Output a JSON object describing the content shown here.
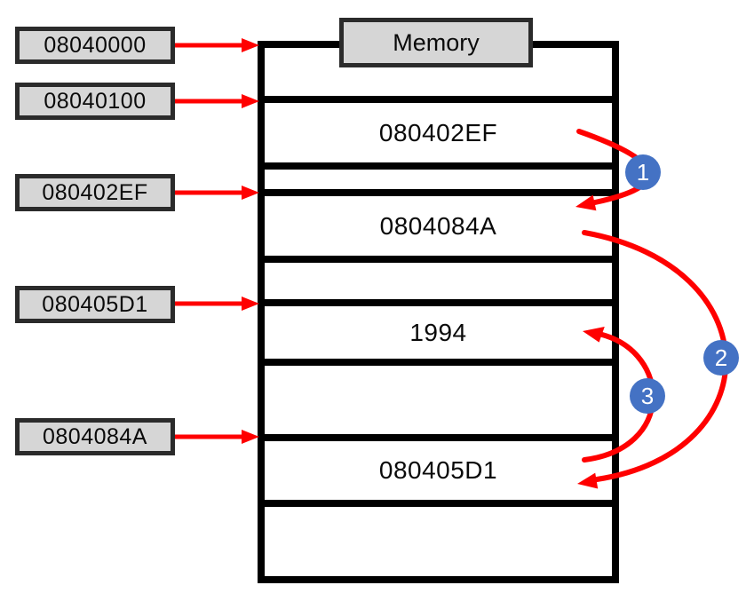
{
  "colors": {
    "arrow_red": "#FF0000",
    "circle_blue": "#4472C4",
    "box_fill": "#D6D6D6",
    "box_border": "#2B2B2B"
  },
  "memory": {
    "title": "Memory",
    "rows": [
      {
        "value": ""
      },
      {
        "value": "080402EF"
      },
      {
        "value": ""
      },
      {
        "value": "0804084A"
      },
      {
        "value": ""
      },
      {
        "value": "1994"
      },
      {
        "value": ""
      },
      {
        "value": "080405D1"
      },
      {
        "value": ""
      }
    ]
  },
  "addresses": [
    {
      "text": "08040000"
    },
    {
      "text": "08040100"
    },
    {
      "text": "080402EF"
    },
    {
      "text": "080405D1"
    },
    {
      "text": "0804084A"
    }
  ],
  "step_badges": [
    {
      "number": "1"
    },
    {
      "number": "2"
    },
    {
      "number": "3"
    }
  ]
}
